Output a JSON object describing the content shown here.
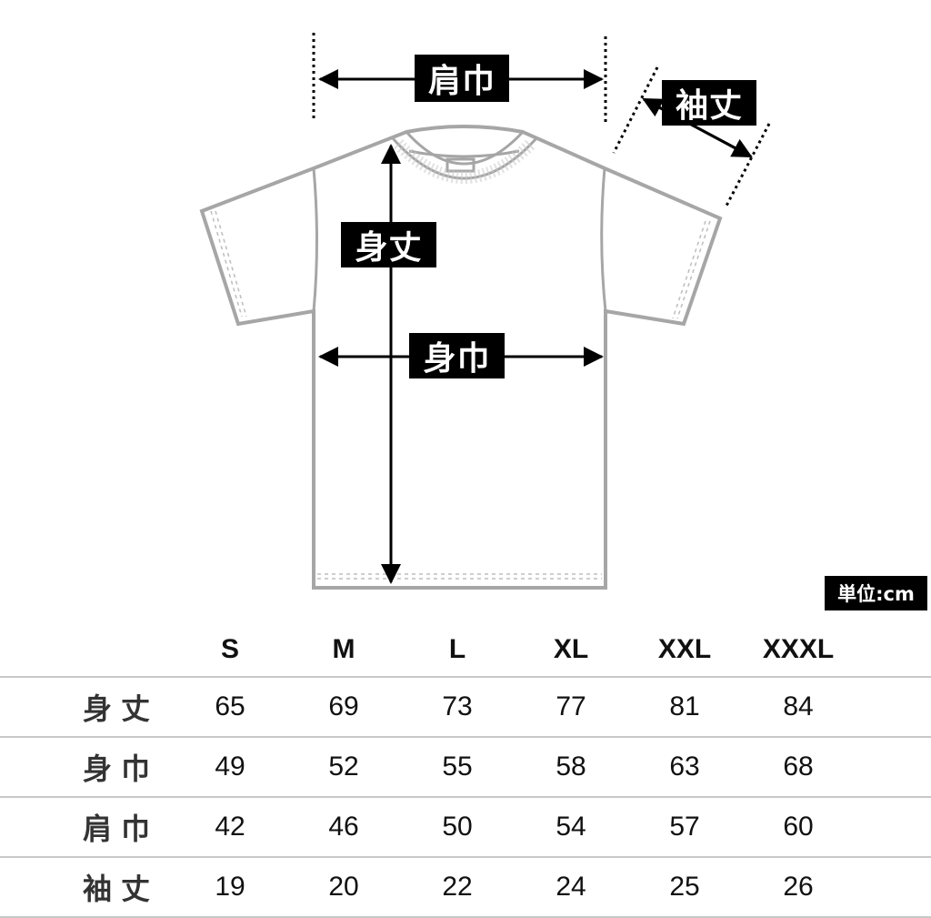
{
  "diagram": {
    "labels": {
      "shoulder_width": "肩巾",
      "sleeve_length": "袖丈",
      "body_length": "身丈",
      "body_width": "身巾"
    },
    "unit_badge": "単位:cm",
    "colors": {
      "outline": "#a6a6a6",
      "arrow": "#000000",
      "label_bg": "#000000",
      "label_fg": "#ffffff"
    }
  },
  "table": {
    "columns": [
      "S",
      "M",
      "L",
      "XL",
      "XXL",
      "XXXL"
    ],
    "rows": [
      {
        "label": "身丈",
        "values": [
          "65",
          "69",
          "73",
          "77",
          "81",
          "84"
        ]
      },
      {
        "label": "身巾",
        "values": [
          "49",
          "52",
          "55",
          "58",
          "63",
          "68"
        ]
      },
      {
        "label": "肩巾",
        "values": [
          "42",
          "46",
          "50",
          "54",
          "57",
          "60"
        ]
      },
      {
        "label": "袖丈",
        "values": [
          "19",
          "20",
          "22",
          "24",
          "25",
          "26"
        ]
      }
    ]
  }
}
